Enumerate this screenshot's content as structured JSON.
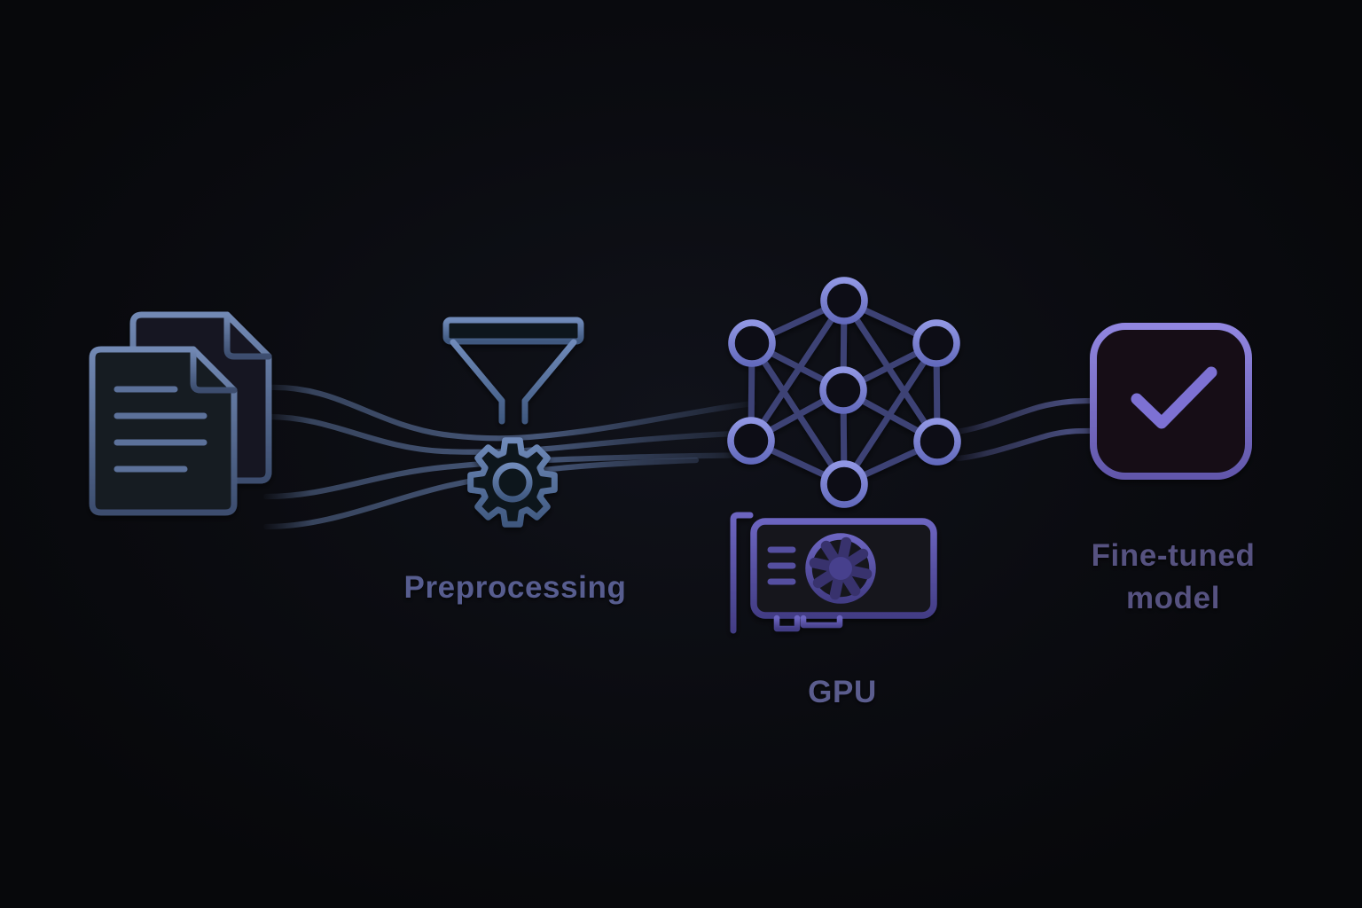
{
  "diagram": {
    "background_color": "#0a0b0f",
    "stages": [
      {
        "id": "training-data",
        "icon": "documents-icon",
        "label": ""
      },
      {
        "id": "preprocessing",
        "icon": "funnel-gear-icon",
        "label": "Preprocessing"
      },
      {
        "id": "model-training",
        "icon": "neural-network-icon",
        "label": ""
      },
      {
        "id": "gpu",
        "icon": "gpu-card-icon",
        "label": "GPU"
      },
      {
        "id": "fine-tuned-model",
        "icon": "checkmark-square-icon",
        "label": "Fine-tuned model"
      }
    ],
    "colors": {
      "background": "#0a0b0f",
      "documents_stroke": "#5d7299",
      "funnel_stroke": "#56719e",
      "network_node_stroke": "#7e85d2",
      "network_edge": "#3d4274",
      "gpu_stroke": "#554fa0",
      "check_stroke": "#8076d2",
      "flow_line_blue": "#53678f",
      "flow_line_purple": "#555b94",
      "label_preprocessing": "#575d8f",
      "label_gpu": "#5b5d8e",
      "label_fine_tuned": "#565280"
    }
  }
}
